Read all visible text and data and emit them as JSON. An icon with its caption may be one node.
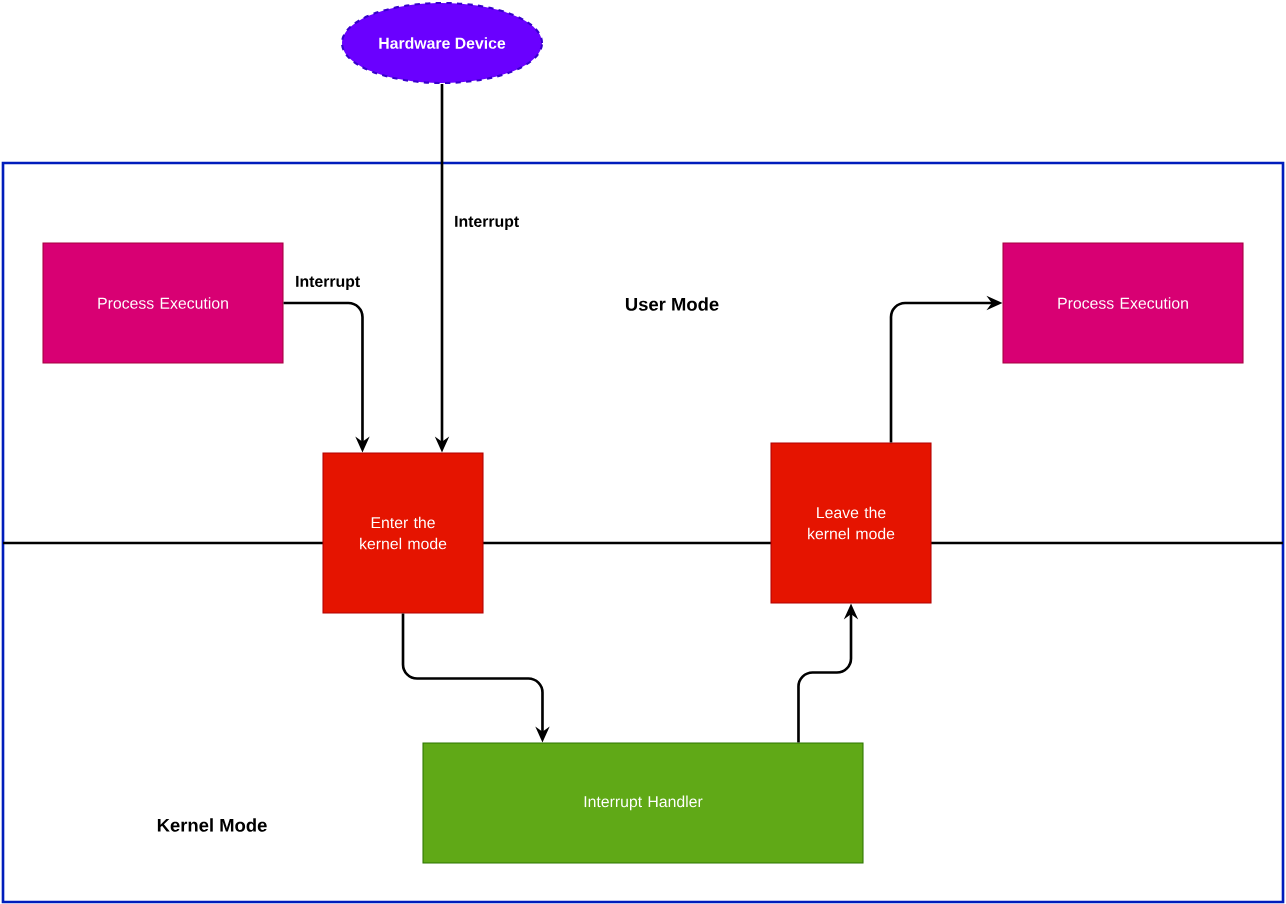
{
  "diagram": {
    "nodes": [
      {
        "text": [
          "Hardware Device"
        ]
      },
      {
        "text": [
          "User Mode",
          "Kernel Mode"
        ]
      },
      {
        "text": [
          "Process Execution"
        ],
        "in": 1
      },
      {
        "text": [
          "Process Execution"
        ],
        "in": 1
      },
      {
        "text": [
          "Enter the kernel mode"
        ],
        "in": 1
      },
      {
        "text": [
          "Leave the kernel mode"
        ],
        "in": 1
      },
      {
        "text": [
          "Interrupt Handler"
        ],
        "in": 1
      }
    ],
    "edges": [
      {
        "from": 0,
        "to": 4,
        "arrow": "to",
        "label": "Interrupt"
      },
      {
        "from": 2,
        "to": 4,
        "arrow": "to",
        "label": "Interrupt"
      },
      {
        "from": 4,
        "to": 6,
        "arrow": "to"
      },
      {
        "from": 6,
        "to": 5,
        "arrow": "to"
      },
      {
        "from": 5,
        "to": 3,
        "arrow": "to"
      }
    ]
  }
}
